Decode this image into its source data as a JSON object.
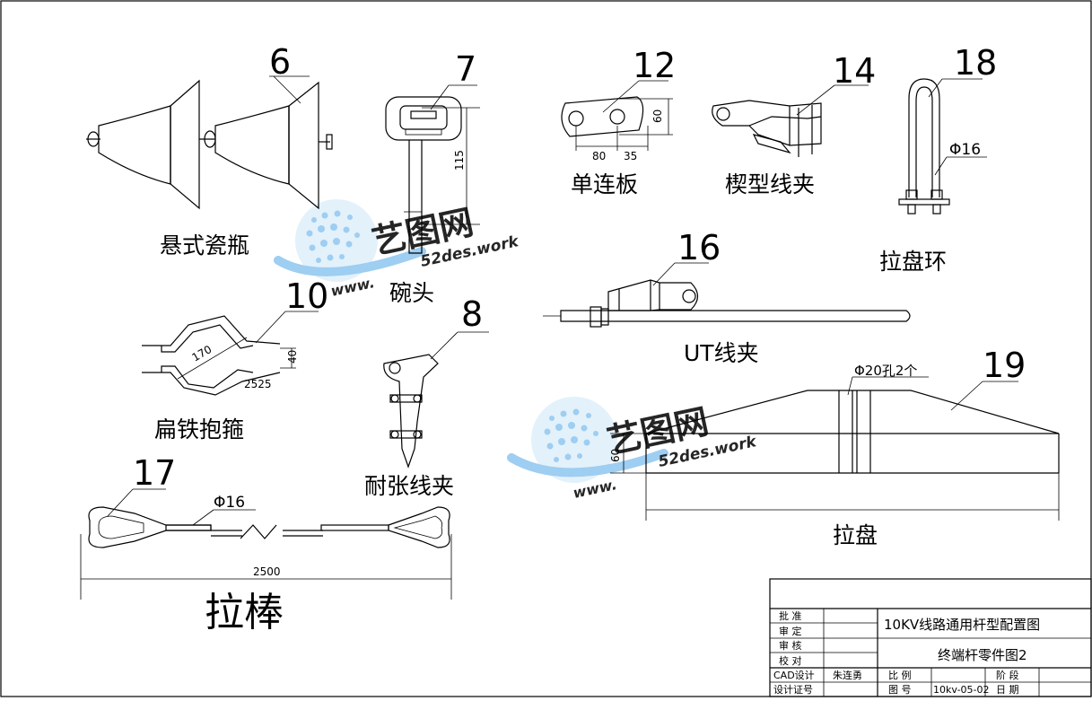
{
  "parts": {
    "p6": {
      "number": "6",
      "caption": "悬式瓷瓶"
    },
    "p7": {
      "number": "7",
      "caption": "碗头",
      "dim_length": "115"
    },
    "p12": {
      "number": "12",
      "caption": "单连板",
      "dim_height": "60",
      "dim_a": "80",
      "dim_b": "35"
    },
    "p14": {
      "number": "14",
      "caption": "楔型线夹"
    },
    "p18": {
      "number": "18",
      "caption": "拉盘环",
      "dim_dia": "Φ16"
    },
    "p10": {
      "number": "10",
      "caption": "扁铁抱箍",
      "dim_dia": "170",
      "dim_h": "40",
      "dim_w": "2525"
    },
    "p8": {
      "number": "8",
      "caption": "耐张线夹"
    },
    "p16": {
      "number": "16",
      "caption": "UT线夹"
    },
    "p17": {
      "number": "17",
      "caption": "拉棒",
      "dim_dia": "Φ16",
      "dim_length": "2500"
    },
    "p19": {
      "number": "19",
      "caption": "拉盘",
      "dim_hole": "Φ20孔2个",
      "dim_height": "60"
    }
  },
  "watermark": {
    "brand": "艺图网",
    "url": "52des.work",
    "prefix": "www."
  },
  "title_block": {
    "project_title": "10KV线路通用杆型配置图",
    "drawing_title": "终端杆零件图2",
    "rows": [
      "批 准",
      "审 定",
      "审 核",
      "校 对"
    ],
    "cad_label": "CAD设计",
    "cad_name": "朱连勇",
    "cert_label": "设计证号",
    "scale_label": "比 例",
    "drawing_no_label": "图 号",
    "drawing_no": "10kv-05-02",
    "stage_label": "阶 段",
    "date_label": "日 期"
  }
}
